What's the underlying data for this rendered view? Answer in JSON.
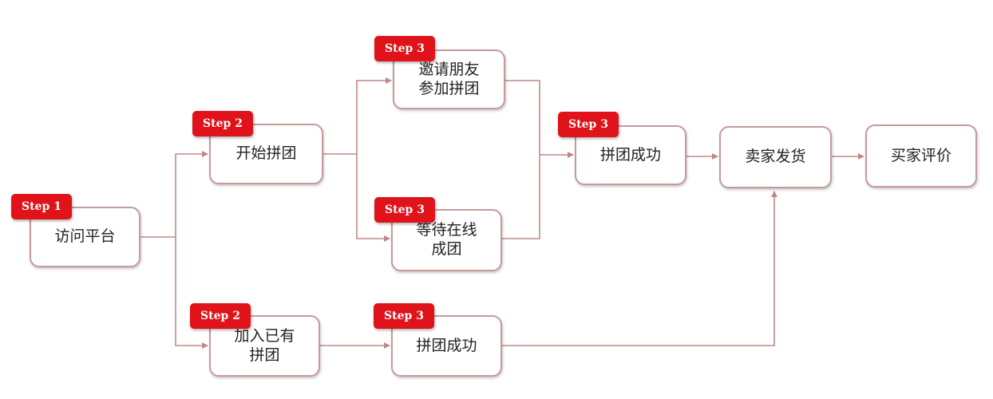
{
  "diagram": {
    "steps": {
      "s1": "Step 1",
      "s2a": "Step 2",
      "s2b": "Step 2",
      "s3a": "Step 3",
      "s3b": "Step 3",
      "s3c": "Step 3",
      "s3d": "Step 3"
    },
    "nodes": {
      "visit": "访问平台",
      "start": "开始拼团",
      "join": "加入已有\n拼团",
      "invite": "邀请朋友\n参加拼团",
      "wait": "等待在线\n成团",
      "success_top": "拼团成功",
      "success_bottom": "拼团成功",
      "ship": "卖家发货",
      "review": "买家评价"
    },
    "colors": {
      "badge": "#e0131b",
      "node_border": "#c79a9a",
      "connector": "#c08888"
    }
  }
}
